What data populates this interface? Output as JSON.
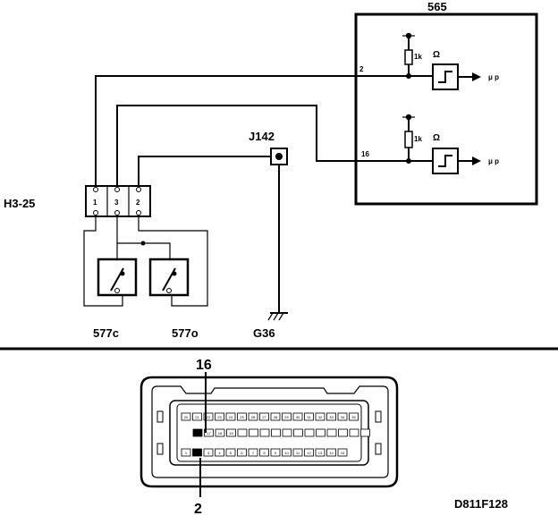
{
  "ecu": {
    "label": "565",
    "channel_a": {
      "pin": "2",
      "resistor": "1k",
      "ohm": "Ω",
      "output": "μ p"
    },
    "channel_b": {
      "pin": "16",
      "resistor": "1k",
      "ohm": "Ω",
      "output": "μ p"
    }
  },
  "connector_h": {
    "label": "H3-25",
    "pins": [
      "1",
      "3",
      "2"
    ]
  },
  "junction": {
    "label": "J142"
  },
  "ground": {
    "label": "G36"
  },
  "switches": [
    {
      "label": "577c"
    },
    {
      "label": "577o"
    }
  ],
  "ecu_connector": {
    "pin_callout_top": "16",
    "pin_callout_bottom": "2",
    "rows": [
      [
        "20",
        "21",
        "22",
        "23",
        "24",
        "25",
        "26",
        "27",
        "28",
        "29",
        "30",
        "31",
        "32",
        "33",
        "34",
        "35"
      ],
      [
        "16",
        "17",
        "18",
        "19",
        "",
        "",
        "",
        "",
        "",
        "",
        "",
        "",
        "",
        "",
        "",
        ""
      ],
      [
        "1",
        "2",
        "3",
        "4",
        "5",
        "6",
        "7",
        "8",
        "9",
        "10",
        "11",
        "12",
        "13",
        "14",
        "15"
      ]
    ],
    "highlighted": [
      "16",
      "2"
    ]
  },
  "drawing_code": "D811F128"
}
